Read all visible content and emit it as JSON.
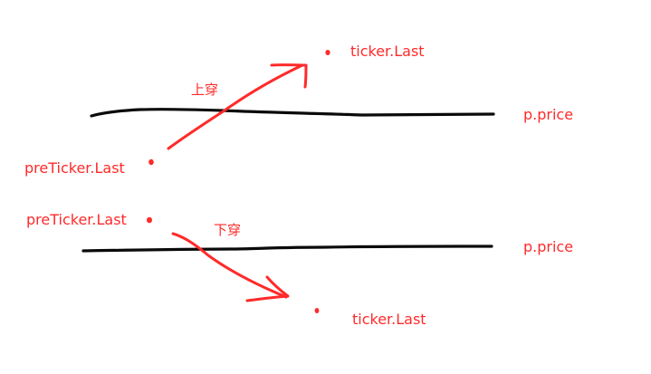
{
  "colors": {
    "background": "#ffffff",
    "annotation": "#ff2a2a",
    "price_line": "#0a0a0a"
  },
  "top_panel": {
    "crossing_label": "上穿",
    "current_label": "ticker.Last",
    "previous_label": "preTicker.Last",
    "line_label": "p.price"
  },
  "bottom_panel": {
    "crossing_label": "下穿",
    "current_label": "ticker.Last",
    "previous_label": "preTicker.Last",
    "line_label": "p.price"
  }
}
